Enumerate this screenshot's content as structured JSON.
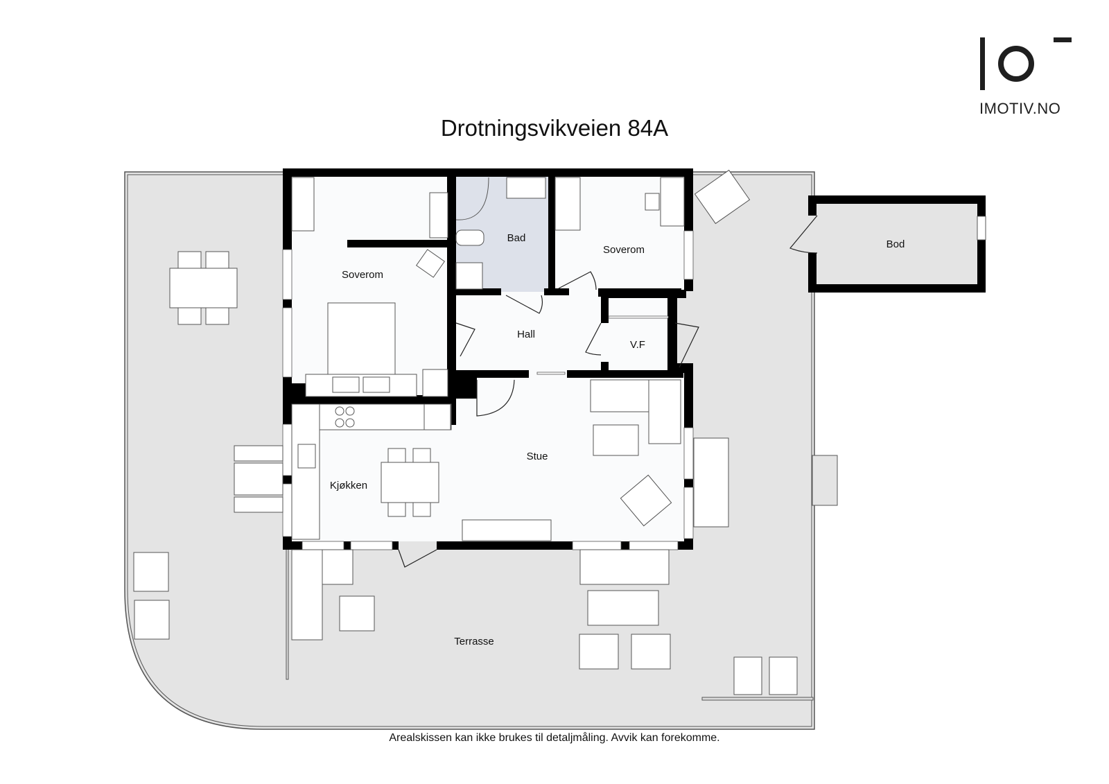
{
  "brand": {
    "logo_text": "IMOTIV.NO",
    "logo_icon": "io-logo-icon"
  },
  "title": "Drotningsvikveien 84A",
  "rooms": {
    "soverom_1": "Soverom",
    "bad": "Bad",
    "soverom_2": "Soverom",
    "bod": "Bod",
    "hall": "Hall",
    "vf": "V.F",
    "stue": "Stue",
    "kjokken": "Kjøkken",
    "terrasse": "Terrasse"
  },
  "disclaimer": "Arealskissen kan ikke brukes til detaljmåling. Avvik kan forekomme.",
  "colors": {
    "wall": "#000000",
    "interior": "#fafbfc",
    "bathroom": "#dde1ea",
    "terrace": "#e4e4e4",
    "furniture": "#ffffff"
  }
}
